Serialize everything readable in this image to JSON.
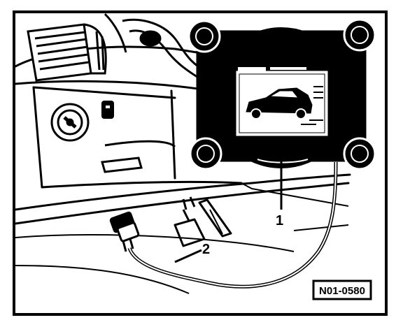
{
  "figure": {
    "callouts": [
      {
        "id": "1",
        "label": "1"
      },
      {
        "id": "2",
        "label": "2"
      }
    ],
    "reference_code": "N01-0580",
    "colors": {
      "ink": "#000000",
      "paper": "#ffffff",
      "screen": "#ffffff"
    }
  }
}
